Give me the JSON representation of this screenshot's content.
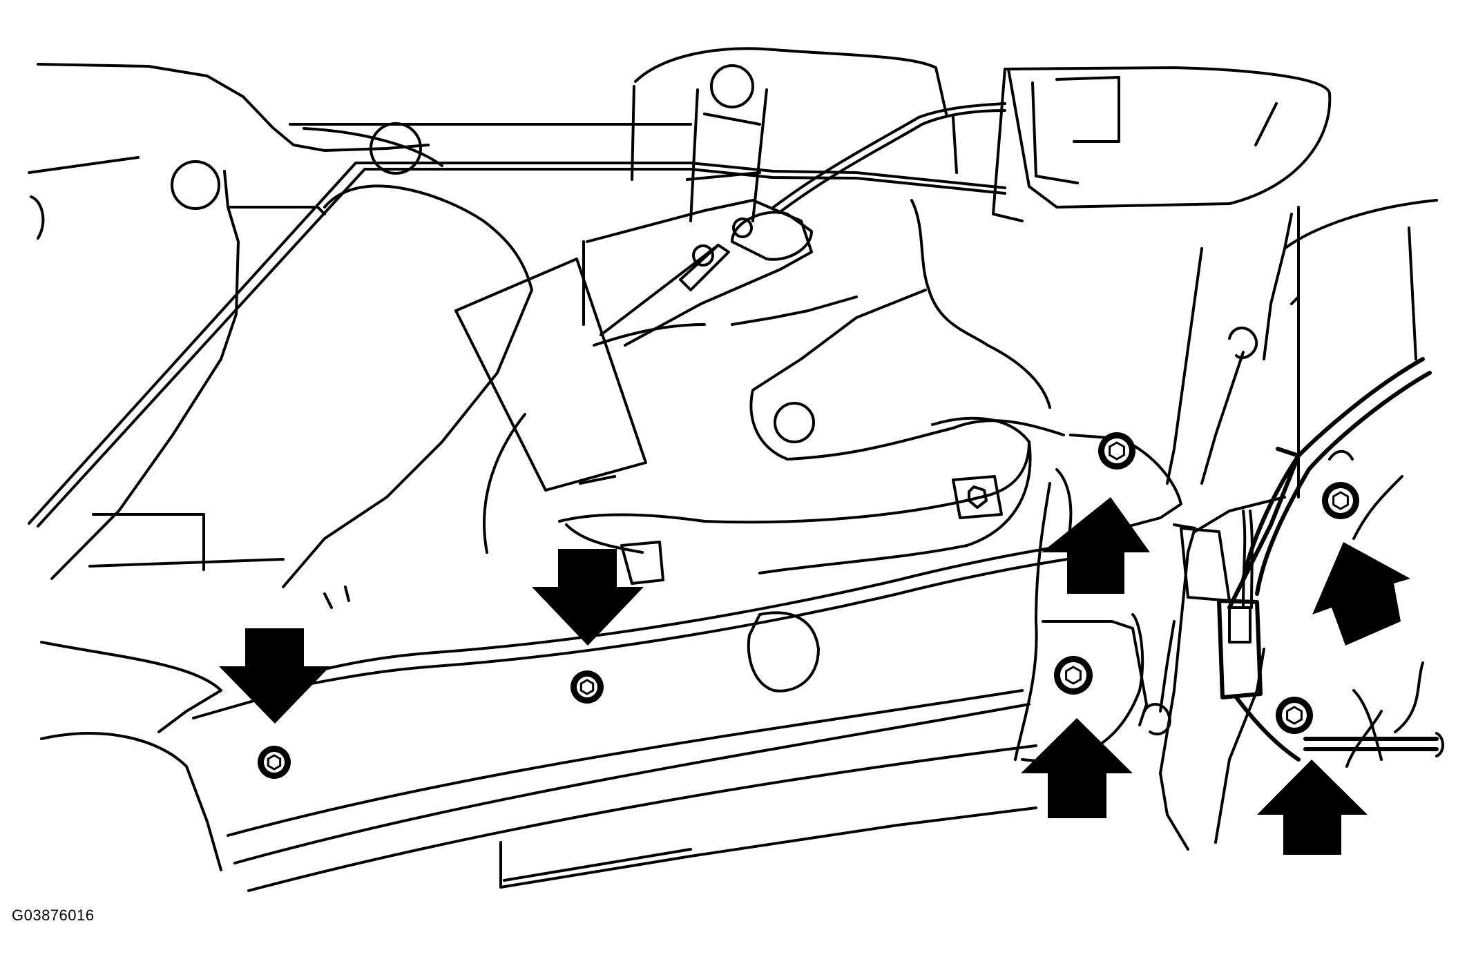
{
  "figure": {
    "id": "G03876016",
    "colors": {
      "line": "#000000",
      "background": "#ffffff"
    },
    "callouts": [
      {
        "name": "arrow-down-1",
        "direction": "down"
      },
      {
        "name": "arrow-down-2",
        "direction": "down"
      },
      {
        "name": "arrow-up-1",
        "direction": "up"
      },
      {
        "name": "arrow-up-2",
        "direction": "up"
      },
      {
        "name": "arrow-up-3",
        "direction": "up"
      },
      {
        "name": "arrow-up-4",
        "direction": "up"
      }
    ],
    "fasteners_marked": 6
  }
}
